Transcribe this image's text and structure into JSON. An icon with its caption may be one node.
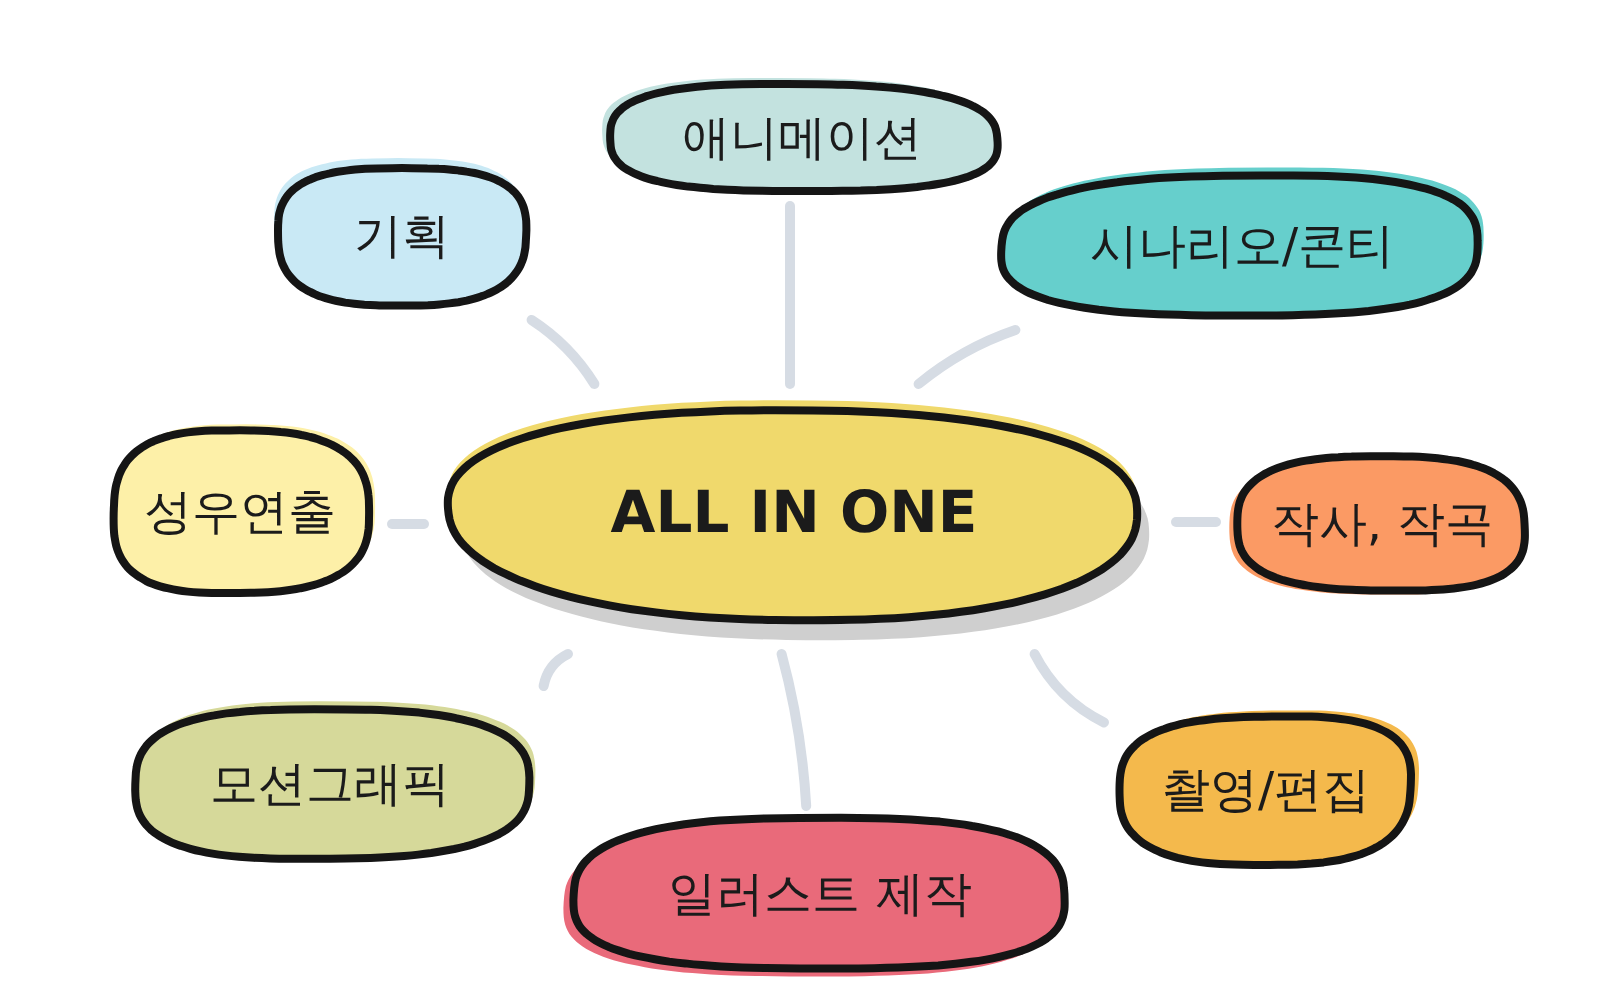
{
  "diagram": {
    "nodes": [
      {
        "text": [
          "애니메이션"
        ]
      },
      {
        "text": [
          "기획"
        ]
      },
      {
        "text": [
          "시나리오/콘티"
        ]
      },
      {
        "text": [
          "성우연출"
        ]
      },
      {
        "text": [
          "ALL IN ONE"
        ]
      },
      {
        "text": [
          "작사, 작곡"
        ]
      },
      {
        "text": [
          "모션그래픽"
        ]
      },
      {
        "text": [
          "촬영/편집"
        ]
      },
      {
        "text": [
          "일러스트 제작"
        ]
      }
    ],
    "edges": [
      {
        "from": 4,
        "to": 0,
        "arrow": "none"
      },
      {
        "from": 4,
        "to": 1,
        "arrow": "none"
      },
      {
        "from": 4,
        "to": 2,
        "arrow": "none"
      },
      {
        "from": 4,
        "to": 3,
        "arrow": "none"
      },
      {
        "from": 4,
        "to": 5,
        "arrow": "none"
      },
      {
        "from": 4,
        "to": 6,
        "arrow": "none"
      },
      {
        "from": 4,
        "to": 7,
        "arrow": "none"
      },
      {
        "from": 4,
        "to": 8,
        "arrow": "none"
      }
    ]
  }
}
